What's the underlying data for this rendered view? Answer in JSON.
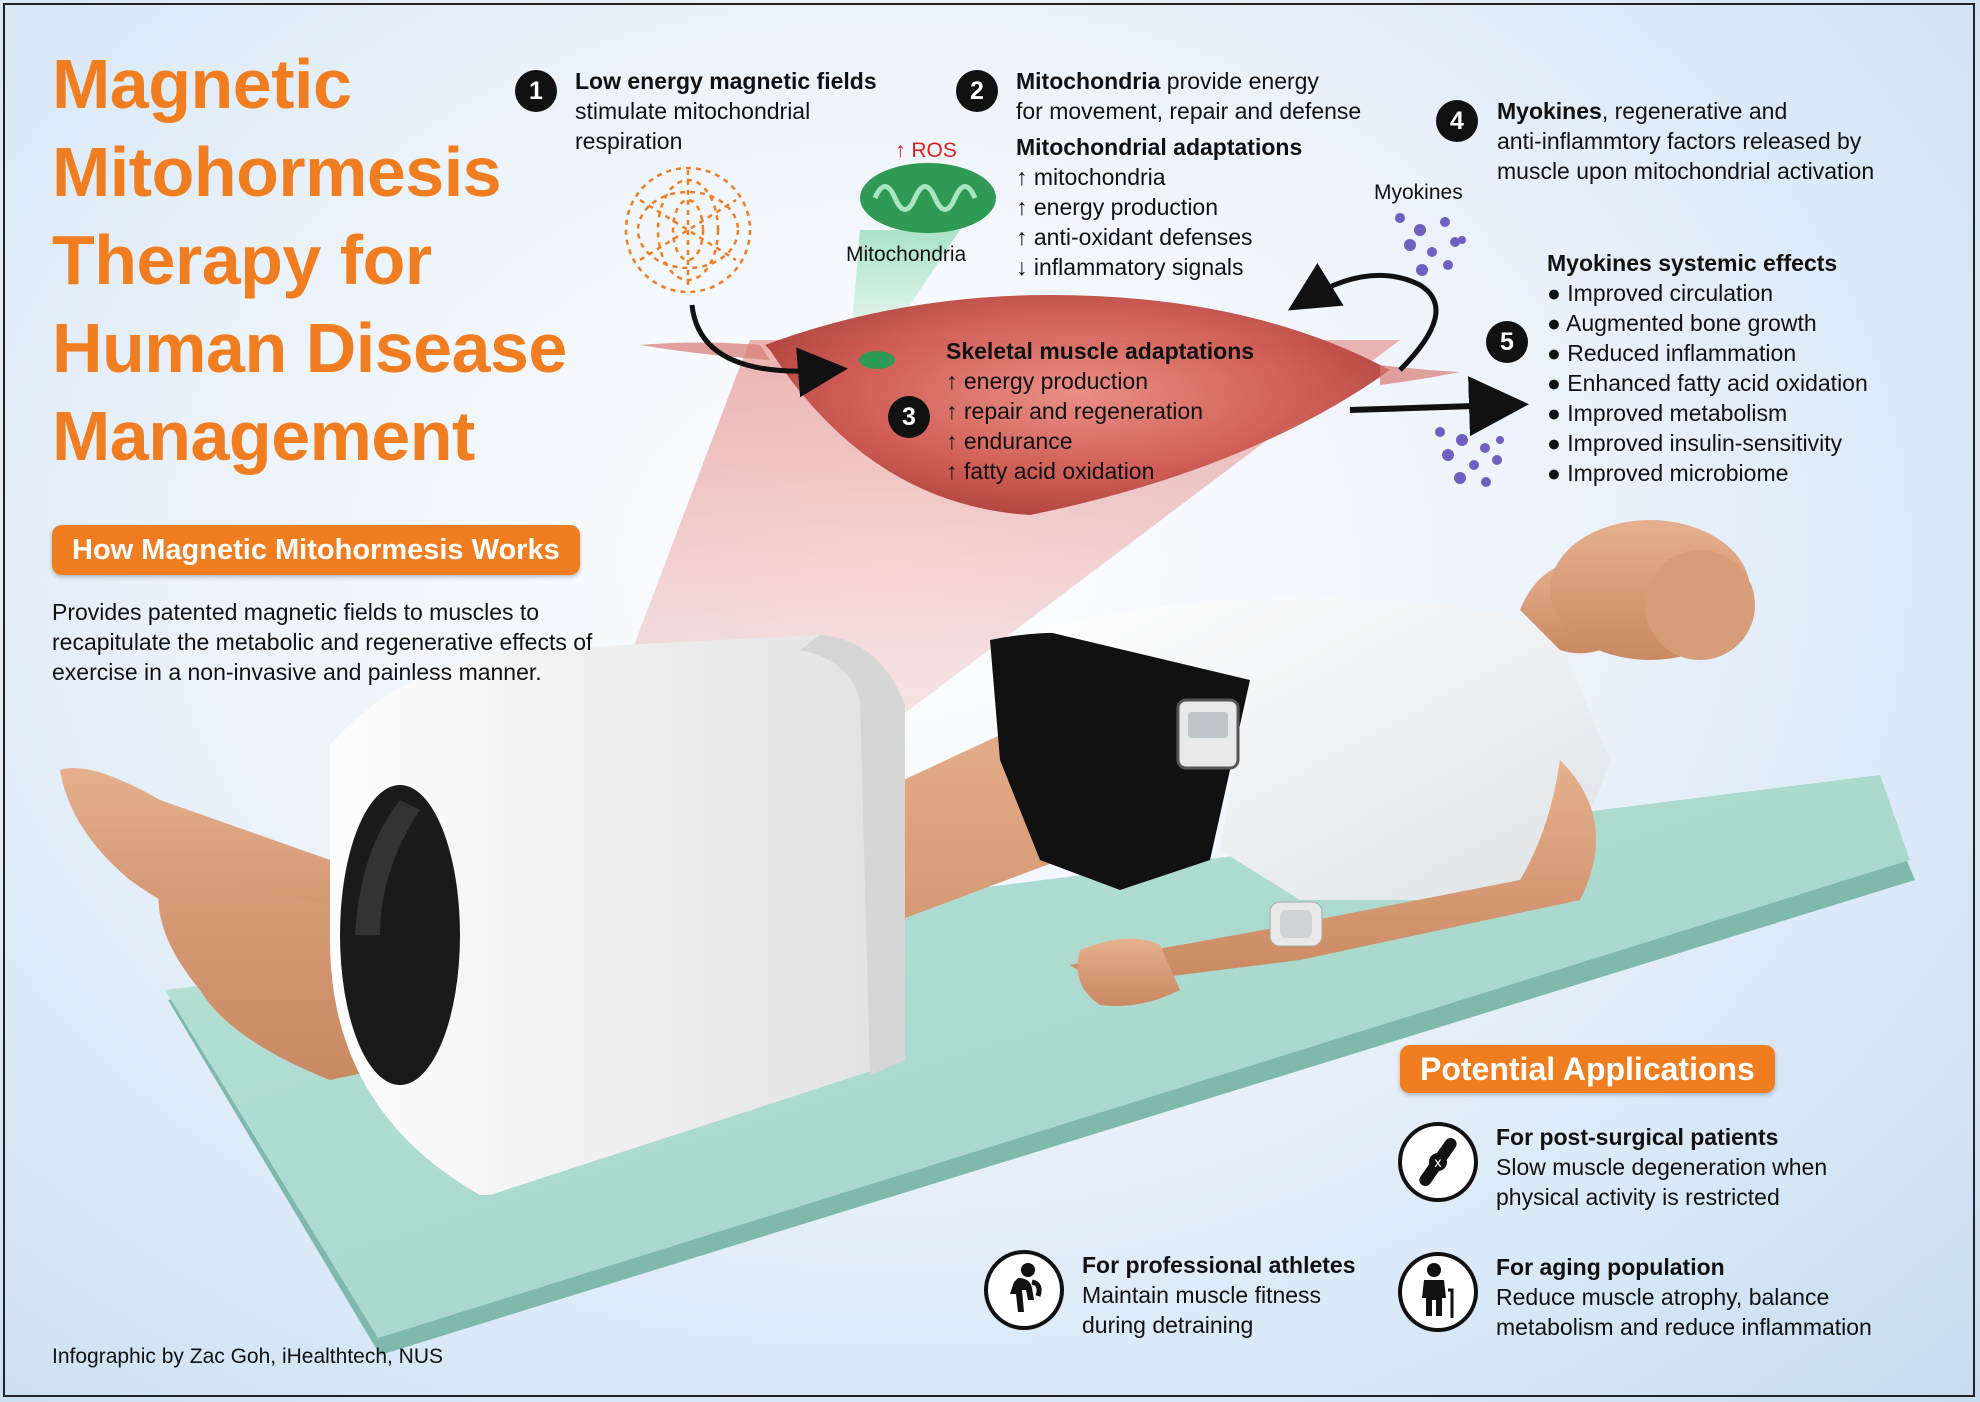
{
  "title_lines": [
    "Magnetic",
    "Mitohormesis",
    "Therapy for",
    "Human Disease",
    "Management"
  ],
  "how_it_works": {
    "heading": "How Magnetic Mitohormesis Works",
    "description": "Provides patented magnetic fields to muscles to recapitulate the metabolic and regenerative effects of exercise in a non-invasive and painless manner."
  },
  "step1": {
    "number": "1",
    "title": "Low energy magnetic fields",
    "lines": [
      "stimulate mitochondrial",
      "respiration"
    ]
  },
  "step2": {
    "number": "2",
    "title": "Mitochondria",
    "lines": [
      " provide energy",
      "for movement, repair and defense"
    ],
    "adaptations_title": "Mitochondrial adaptations",
    "adaptations": [
      "↑ mitochondria",
      "↑ energy production",
      "↑ anti-oxidant defenses",
      "↓ inflammatory signals"
    ]
  },
  "ros_label": "↑ ROS",
  "mitochondria_label": "Mitochondria",
  "myokines_label": "Myokines",
  "step3": {
    "number": "3",
    "title": "Skeletal muscle adaptations",
    "items": [
      "↑ energy production",
      "↑ repair and regeneration",
      "↑ endurance",
      "↑ fatty acid oxidation"
    ]
  },
  "step4": {
    "number": "4",
    "title": "Myokines",
    "lines": [
      ", regenerative and",
      "anti-inflammtory factors released by",
      "muscle upon mitochondrial activation"
    ]
  },
  "step5": {
    "number": "5",
    "title": "Myokines systemic effects",
    "items": [
      "● Improved circulation",
      "● Augmented bone growth",
      "● Reduced inflammation",
      "● Enhanced fatty acid oxidation",
      "● Improved metabolism",
      "● Improved insulin-sensitivity",
      "● Improved microbiome"
    ]
  },
  "applications": {
    "heading": "Potential Applications",
    "items": [
      {
        "icon": "joint-icon",
        "title": "For post-surgical patients",
        "lines": [
          "Slow muscle degeneration when",
          "physical activity is restricted"
        ]
      },
      {
        "icon": "athlete-stretch-icon",
        "title": "For professional athletes",
        "lines": [
          "Maintain muscle fitness",
          "during detraining"
        ]
      },
      {
        "icon": "elderly-cane-icon",
        "title": "For aging population",
        "lines": [
          "Reduce muscle atrophy, balance",
          "metabolism and reduce inflammation"
        ]
      }
    ]
  },
  "credit": "Infographic by Zac Goh, iHealthtech, NUS",
  "colors": {
    "accent": "#f07d20",
    "muscle": "#c94f4a",
    "mito": "#2f9a55",
    "myokine": "#7a6cc4",
    "mat": "#a8d8cc",
    "ros": "#e02020"
  }
}
